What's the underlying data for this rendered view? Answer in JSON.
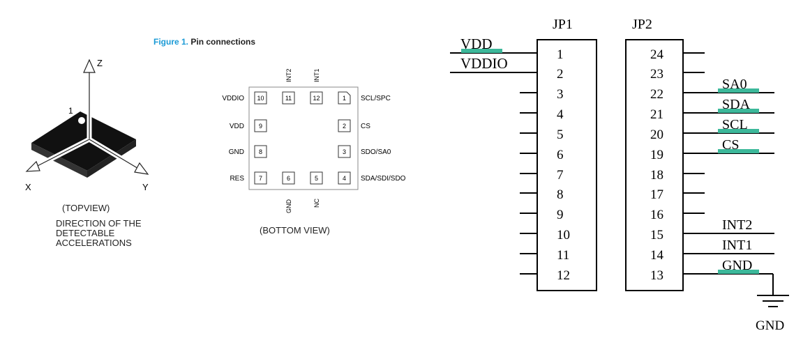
{
  "figure": {
    "number": "Figure 1.",
    "title": "Pin connections"
  },
  "axes": {
    "x": "X",
    "y": "Y",
    "z": "Z",
    "pin1_mark": "1"
  },
  "top_view": {
    "caption": "(TOPVIEW)",
    "description": [
      "DIRECTION OF THE",
      "DETECTABLE",
      "ACCELERATIONS"
    ]
  },
  "package": {
    "caption": "(BOTTOM VIEW)",
    "top_labels": [
      "INT2",
      "INT1"
    ],
    "bottom_labels": [
      "GND",
      "NC"
    ],
    "left_labels": [
      "VDDIO",
      "VDD",
      "GND",
      "RES"
    ],
    "right_labels": [
      "SCL/SPC",
      "CS",
      "SDO/SA0",
      "SDA/SDI/SDO"
    ],
    "pads": [
      "10",
      "11",
      "12",
      "1",
      "9",
      "2",
      "8",
      "3",
      "7",
      "6",
      "5",
      "4"
    ]
  },
  "schematic": {
    "jp1": {
      "name": "JP1",
      "pins": [
        "1",
        "2",
        "3",
        "4",
        "5",
        "6",
        "7",
        "8",
        "9",
        "10",
        "11",
        "12"
      ]
    },
    "jp2": {
      "name": "JP2",
      "pins": [
        "24",
        "23",
        "22",
        "21",
        "20",
        "19",
        "18",
        "17",
        "16",
        "15",
        "14",
        "13"
      ]
    },
    "left_nets": [
      "VDD",
      "VDDIO"
    ],
    "right_nets": [
      "SA0",
      "SDA",
      "SCL",
      "CS",
      "INT2",
      "INT1",
      "GND"
    ],
    "ground_symbol_label": "GND",
    "highlight_color": "#3cb89a"
  }
}
